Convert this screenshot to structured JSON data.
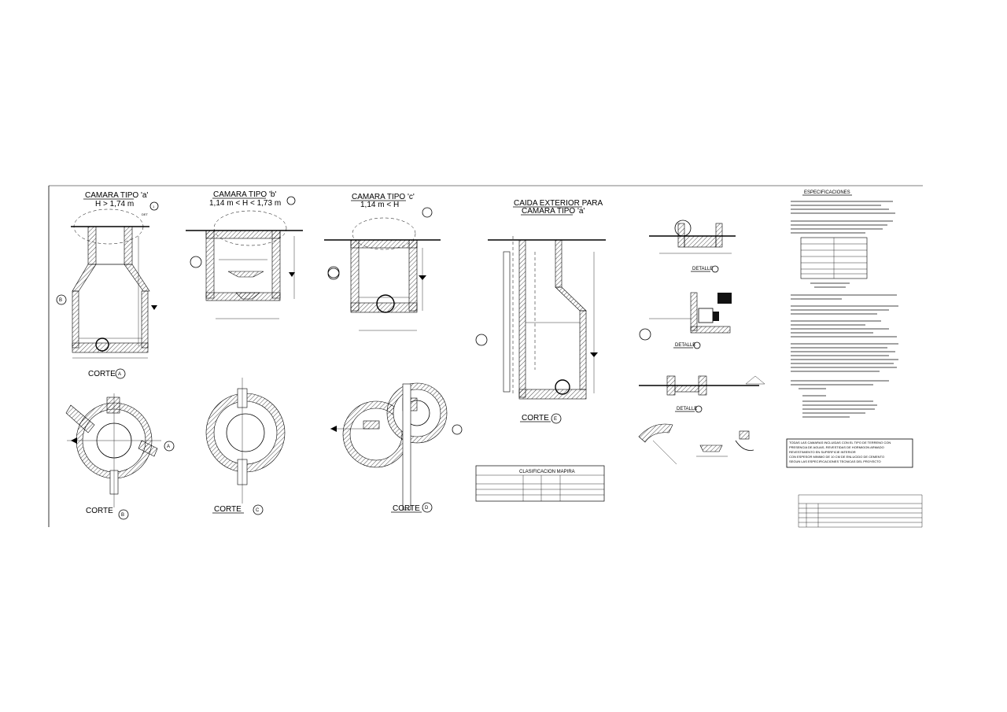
{
  "drawings": {
    "camara_a": {
      "title": "CAMARA TIPO 'a'",
      "sub": "H > 1,74 m"
    },
    "camara_b": {
      "title": "CAMARA TIPO 'b'",
      "sub": "1,14 m < H < 1,73 m"
    },
    "camara_c": {
      "title": "CAMARA TIPO 'c'",
      "sub": "1,14 m < H"
    },
    "caida": {
      "title_1": "CAIDA EXTERIOR PARA",
      "title_2": "CAMARA TIPO 'a'"
    },
    "cortes": {
      "corte_a": {
        "label": "CORTE",
        "tag": "A"
      },
      "corte_b": {
        "label": "CORTE",
        "tag": "B"
      },
      "corte_c": {
        "label": "CORTE",
        "tag": "C"
      },
      "corte_d": {
        "label": "CORTE",
        "tag": "D"
      },
      "corte_e": {
        "label": "CORTE",
        "tag": "E"
      }
    },
    "detalle": {
      "label": "DETALLE",
      "tag_1": "1",
      "tag_2": "2",
      "tag_3": "3"
    },
    "det_tag": "DET",
    "markers": {
      "a": "A",
      "b": "B",
      "c": "C",
      "d": "D",
      "e": "E"
    }
  },
  "specs": {
    "title": "ESPECIFICACIONES",
    "box_line_1": "TODAS LAS CAMARAS INCLUIDAS CON EL TIPO DE TERRENO CON",
    "box_line_2": "PRESENCIA DE AGUAS, REVESTIDAS DE HORMIGON ARMADO",
    "box_line_3": "REVESTIMIENTO EN SUPERFICIE INTERIOR",
    "box_line_4": "CON ESPESOR MINIMO DE 10 CM DE ENLUCIDO DE CEMENTO",
    "box_line_5": "SEGUN LAS ESPECIFICACIONES TECNICAS DEL PROYECTO"
  },
  "tables": {
    "clasificacion": {
      "title": "CLASIFICACION MAPIRA",
      "headers": [
        "",
        "",
        "",
        ""
      ],
      "rows": [
        [
          "",
          "",
          "",
          ""
        ],
        [
          "",
          "",
          "",
          ""
        ],
        [
          "",
          "",
          "",
          ""
        ]
      ]
    },
    "title_block": {
      "header": "",
      "col_1": "",
      "col_2": ""
    }
  },
  "colors": {
    "ink": "#000000",
    "paper": "#ffffff"
  }
}
